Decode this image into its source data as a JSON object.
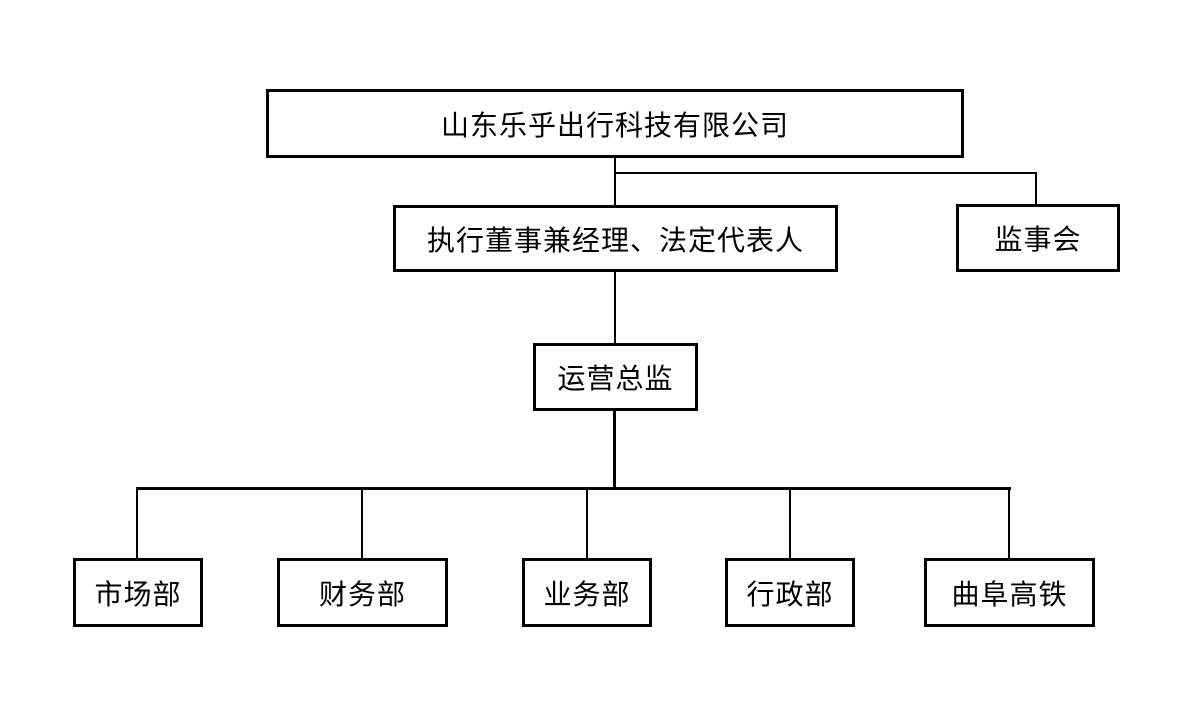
{
  "org_chart": {
    "type": "organization-chart",
    "colors": {
      "background": "#ffffff",
      "box_background": "#ffffff",
      "border": "#000000",
      "line": "#000000",
      "text": "#000000"
    },
    "nodes": [
      {
        "id": "company",
        "label": "山东乐乎出行科技有限公司",
        "parent": null
      },
      {
        "id": "exec-director",
        "label": "执行董事兼经理、法定代表人",
        "parent": "company"
      },
      {
        "id": "supervisory-board",
        "label": "监事会",
        "parent": "company"
      },
      {
        "id": "operations-director",
        "label": "运营总监",
        "parent": "exec-director"
      },
      {
        "id": "marketing-dept",
        "label": "市场部",
        "parent": "operations-director"
      },
      {
        "id": "finance-dept",
        "label": "财务部",
        "parent": "operations-director"
      },
      {
        "id": "business-dept",
        "label": "业务部",
        "parent": "operations-director"
      },
      {
        "id": "admin-dept",
        "label": "行政部",
        "parent": "operations-director"
      },
      {
        "id": "qufu-high-speed-rail",
        "label": "曲阜高铁",
        "parent": "operations-director"
      }
    ]
  }
}
